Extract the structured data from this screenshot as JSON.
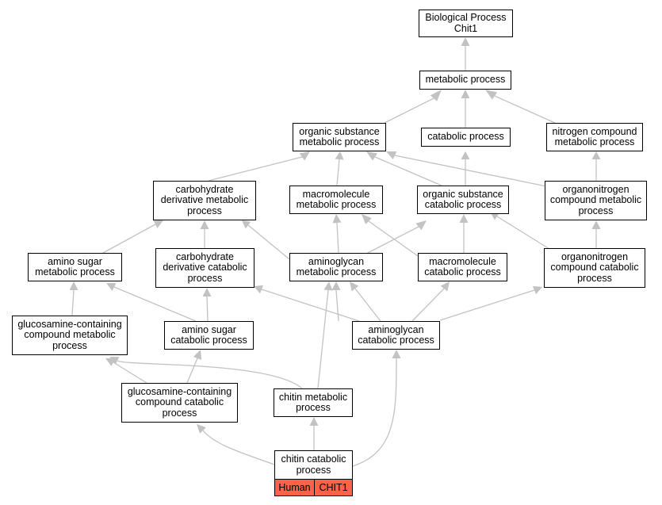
{
  "colors": {
    "edge": "#c2c2c2",
    "tag_fill": "#ff6347"
  },
  "nodes": {
    "bp_chit1": "Biological Process\nChit1",
    "metabolic": "metabolic process",
    "org_sub_met": "organic substance\nmetabolic process",
    "catabolic": "catabolic process",
    "nitrogen_met": "nitrogen compound\nmetabolic process",
    "carb_deriv_met": "carbohydrate\nderivative metabolic\nprocess",
    "macro_met": "macromolecule\nmetabolic process",
    "org_sub_cat": "organic substance\ncatabolic process",
    "organonitrogen_met": "organonitrogen\ncompound metabolic\nprocess",
    "amino_sugar_met": "amino sugar\nmetabolic process",
    "carb_deriv_cat": "carbohydrate\nderivative catabolic\nprocess",
    "aminoglycan_met": "aminoglycan\nmetabolic process",
    "macro_cat": "macromolecule\ncatabolic process",
    "organonitrogen_cat": "organonitrogen\ncompound catabolic\nprocess",
    "glucosamine_met": "glucosamine-containing\ncompound metabolic\nprocess",
    "amino_sugar_cat": "amino sugar\ncatabolic process",
    "aminoglycan_cat": "aminoglycan\ncatabolic process",
    "glucosamine_cat": "glucosamine-containing\ncompound catabolic\nprocess",
    "chitin_met": "chitin metabolic\nprocess",
    "chitin_cat": "chitin catabolic\nprocess"
  },
  "tags": {
    "species": "Human",
    "gene": "CHIT1"
  }
}
